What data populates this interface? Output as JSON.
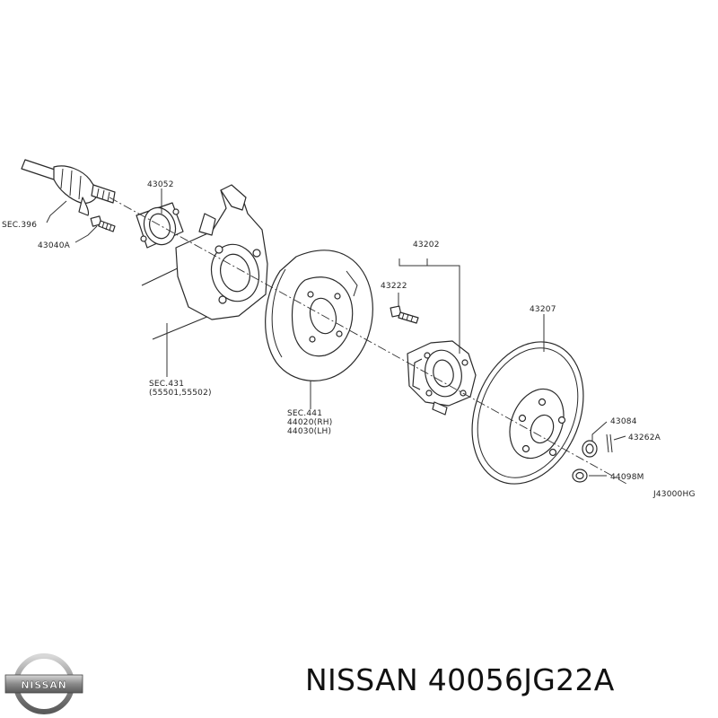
{
  "labels": {
    "sec396": "SEC.396",
    "p43052": "43052",
    "p43040a": "43040A",
    "p43202": "43202",
    "p43222": "43222",
    "p43207": "43207",
    "sec431": "SEC.431",
    "sec431_sub": "(55501,55502)",
    "sec441": "SEC.441",
    "p44020": "44020(RH)",
    "p44030": "44030(LH)",
    "p43084": "43084",
    "p43262a": "43262A",
    "p44098m": "44098M",
    "diagram_code": "J43000HG"
  },
  "brand": {
    "logo_text": "NISSAN",
    "caption": "NISSAN 40056JG22A"
  }
}
